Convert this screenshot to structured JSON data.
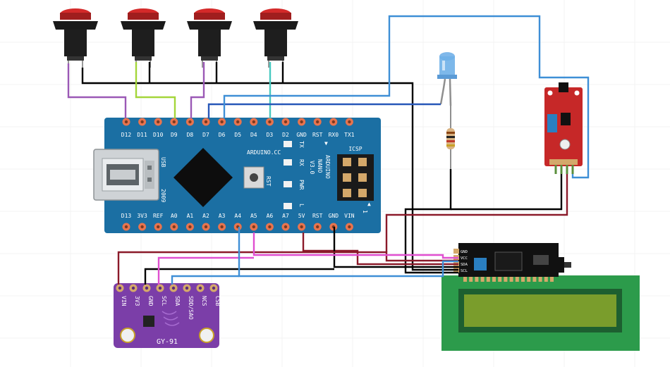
{
  "nano": {
    "top_pins": [
      "D12",
      "D11",
      "D10",
      "D9",
      "D8",
      "D7",
      "D6",
      "D5",
      "D4",
      "D3",
      "D2",
      "GND",
      "RST",
      "RX0",
      "TX1"
    ],
    "bottom_pins": [
      "D13",
      "3V3",
      "REF",
      "A0",
      "A1",
      "A2",
      "A3",
      "A4",
      "A5",
      "A6",
      "A7",
      "5V",
      "RST",
      "GND",
      "VIN"
    ],
    "brand": "ARDUINO.CC",
    "title_lines": [
      "ARDUINO",
      "NANO",
      "V3.0"
    ],
    "icsp": "ICSP",
    "usb": "USB",
    "year": "2009",
    "rst_button": "RST",
    "led_labels": [
      "TX",
      "RX",
      "PWR",
      "L"
    ],
    "icsp_pin1": "1"
  },
  "imu": {
    "pins": [
      "VIN",
      "3V3",
      "GND",
      "SCL",
      "SDA",
      "SDD/SAO",
      "NCS",
      "CSB"
    ],
    "name": "GY-91"
  },
  "i2c_backpack": {
    "pins": [
      "GND",
      "VCC",
      "SDA",
      "SCL"
    ]
  },
  "colors": {
    "board_blue": "#1b6fa3",
    "pin_orange": "#e8744e",
    "imu_purple": "#7b3ea8",
    "lcd_green": "#2c9b4b",
    "lcd_screen": "#7a9d2c",
    "wire_purple": "#9b59b6",
    "wire_lime": "#a4d63a",
    "wire_cyan": "#48c9c0",
    "wire_blue": "#2757b8",
    "wire_lightblue": "#3e8fd6",
    "wire_red": "#8b1a2a",
    "wire_pink": "#e04fd0",
    "wire_black": "#000000",
    "button_red": "#d42a2a"
  },
  "icons": [
    "push-button-icon",
    "led-icon",
    "resistor-icon",
    "sound-sensor-icon",
    "usb-connector-icon",
    "chip-icon"
  ]
}
